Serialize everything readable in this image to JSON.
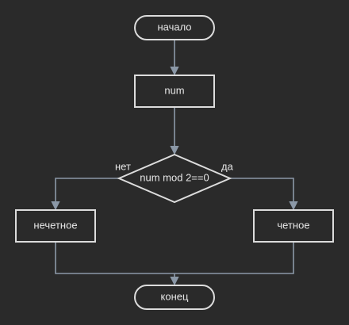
{
  "colors": {
    "background": "#2a2a2a",
    "shape_stroke": "#dcdcdc",
    "connector": "#8b98a7",
    "text": "#e6e6e6"
  },
  "flowchart": {
    "start_label": "начало",
    "input_label": "num",
    "condition_label": "num mod 2==0",
    "no_label": "нет",
    "yes_label": "да",
    "odd_label": "нечетное",
    "even_label": "четное",
    "end_label": "конец"
  }
}
